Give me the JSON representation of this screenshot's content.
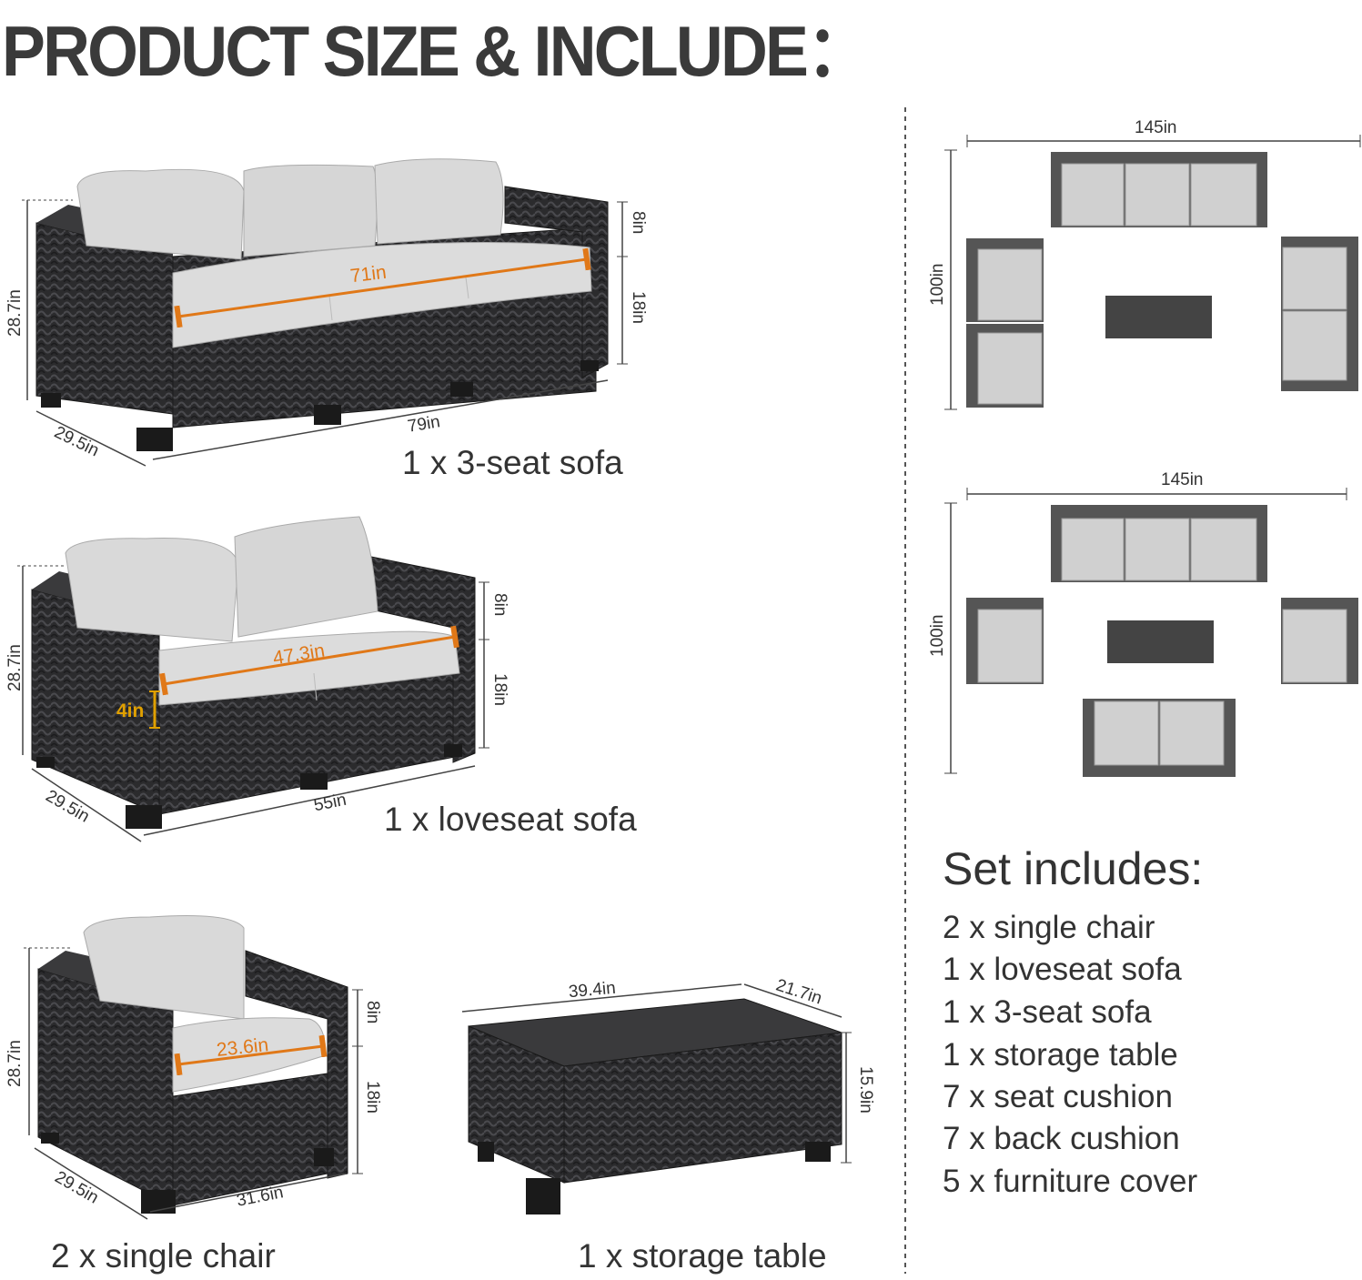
{
  "title": "PRODUCT SIZE & INCLUDE：",
  "sofa3": {
    "caption": "1 x 3-seat sofa",
    "height": "28.7in",
    "depth": "29.5in",
    "width": "79in",
    "seat_width": "71in",
    "back": "8in",
    "seat_height": "18in"
  },
  "loveseat": {
    "caption": "1 x loveseat sofa",
    "height": "28.7in",
    "depth": "29.5in",
    "width": "55in",
    "seat_width": "47.3in",
    "back": "8in",
    "seat_height": "18in",
    "cushion": "4in"
  },
  "chair": {
    "caption": "2 x single chair",
    "height": "28.7in",
    "depth": "29.5in",
    "width": "31.6in",
    "seat_width": "23.6in",
    "back": "8in",
    "seat_height": "18in"
  },
  "table": {
    "caption": "1 x storage table",
    "length": "39.4in",
    "depth": "21.7in",
    "height": "15.9in"
  },
  "layout1": {
    "width": "145in",
    "depth": "100in"
  },
  "layout2": {
    "width": "145in",
    "depth": "100in"
  },
  "includes": {
    "title": "Set includes:",
    "items": [
      "2 x single chair",
      "1 x loveseat sofa",
      "1 x 3-seat sofa",
      "1 x storage table",
      "7 x seat cushion",
      "7 x back cushion",
      "5 x furniture cover"
    ]
  },
  "colors": {
    "wicker": "#2b2b2d",
    "cushion": "#d9d9d9",
    "accent_orange": "#e07818",
    "accent_yellow": "#e0a000",
    "plan_frame": "#555555",
    "plan_seat": "#d0d0d0"
  }
}
